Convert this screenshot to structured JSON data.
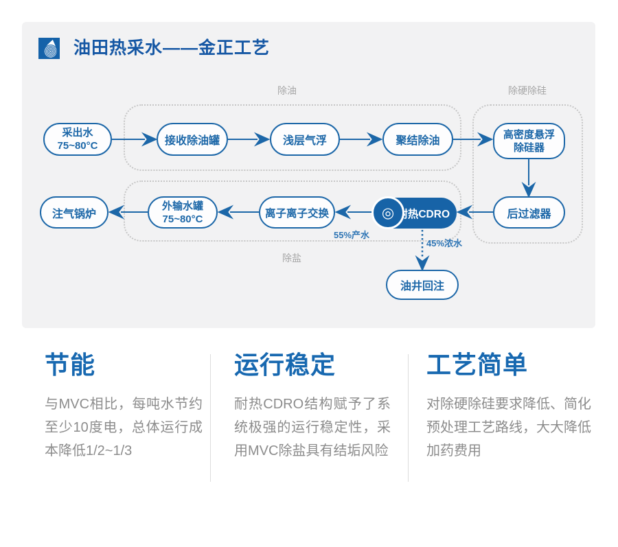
{
  "header": {
    "title": "油田热采水——金正工艺",
    "logo_icon": "water-drop-logo"
  },
  "colors": {
    "brand_blue": "#1c67a8",
    "pill_blue": "#1763a7",
    "title_blue": "#1557a4",
    "feature_title_blue": "#1768b0",
    "card_background": "#f2f2f3",
    "region_border_gray": "#c6c6c6",
    "label_gray": "#a7a7a7",
    "body_gray": "#8c8c8c"
  },
  "diagram": {
    "region_labels": {
      "deoiling": "除油",
      "hardness_silica": "除硬除硅",
      "desalination": "除盐"
    },
    "nodes": {
      "produced_water": {
        "line1": "采出水",
        "line2": "75~80°C"
      },
      "receiving_tank": {
        "line1": "接收除油罐"
      },
      "shallow_flotation": {
        "line1": "浅层气浮"
      },
      "coalescing_deoiling": {
        "line1": "聚结除油"
      },
      "high_density_silica_remover": {
        "line1": "高密度悬浮",
        "line2": "除硅器"
      },
      "gas_injection_boiler": {
        "line1": "注气锅炉"
      },
      "export_water_tank": {
        "line1": "外输水罐",
        "line2": "75~80°C"
      },
      "ion_exchange": {
        "line1": "离子离子交换"
      },
      "heat_resistant_cdro": {
        "line1": "耐热CDRO",
        "icon": "double-circle"
      },
      "post_filter": {
        "line1": "后过滤器"
      },
      "well_reinjection": {
        "line1": "油井回注"
      }
    },
    "flow_labels": {
      "product_water": "55%产水",
      "concentrate_water": "45%浓水"
    }
  },
  "features": [
    {
      "title": "节能",
      "body": "与MVC相比，每吨水节约至少10度电，总体运行成本降低1/2~1/3"
    },
    {
      "title": "运行稳定",
      "body": "耐热CDRO结构赋予了系统极强的运行稳定性，采用MVC除盐具有结垢风险"
    },
    {
      "title": "工艺简单",
      "body": "对除硬除硅要求降低、简化预处理工艺路线，大大降低加药费用"
    }
  ]
}
